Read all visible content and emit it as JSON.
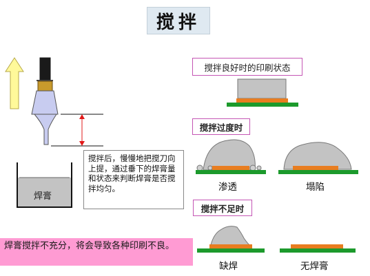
{
  "title": "搅拌",
  "left": {
    "paste_label": "焊膏",
    "note": "搅拌后，慢慢地把搅刀向上提，通过垂下的焊膏量和状态来判断焊膏是否搅拌均匀。",
    "warning": "焊膏搅拌不充分，将会导致各种印刷不良。"
  },
  "right": {
    "good_header": "搅拌良好时的印刷状态",
    "over_header": "搅拌过度时",
    "over_captions": [
      "渗透",
      "塌陷"
    ],
    "under_header": "搅拌不足时",
    "under_captions": [
      "缺焊",
      "无焊膏"
    ]
  },
  "colors": {
    "pcb_green": "#1c9a2c",
    "pad_orange": "#e87d20",
    "paste_gray": "#c3c3c3",
    "arrow_yellow": "#fff99a",
    "handle_brown": "#c89a2c",
    "blade_lavender": "#c8ccf0",
    "warn_pink": "#ff9bd3",
    "header_border": "#c455b4",
    "dim_red": "#e21818"
  },
  "icons": [
    "up-arrow-icon",
    "stirring-blade-icon",
    "paste-container-icon",
    "double-arrow-icon"
  ]
}
